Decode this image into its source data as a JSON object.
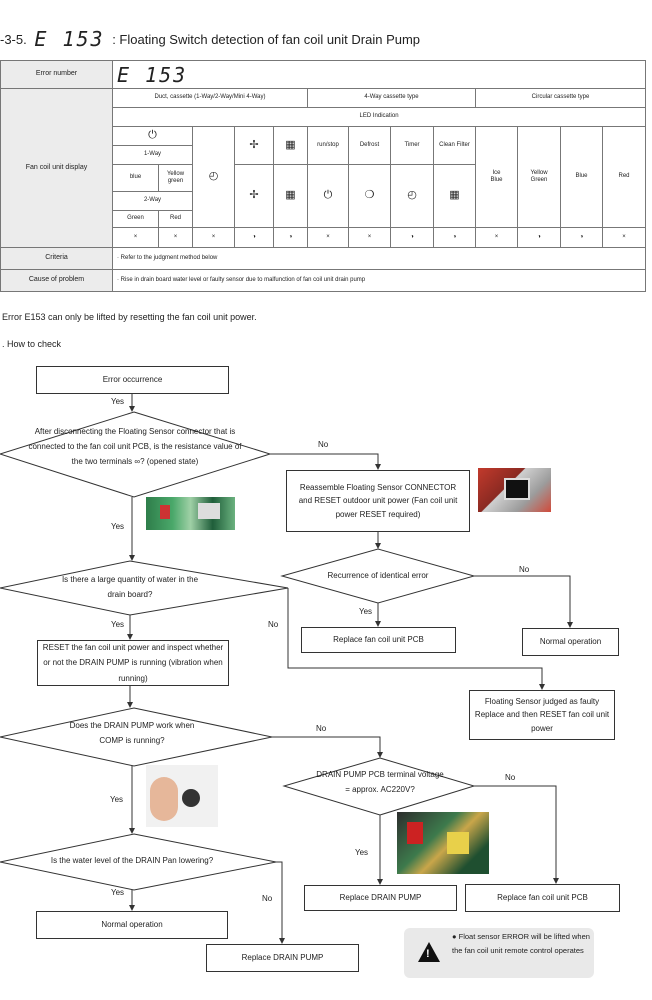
{
  "title": {
    "prefix": "-3-5.",
    "code": "E 153",
    "text": ": Floating Switch detection of fan coil unit Drain Pump"
  },
  "table": {
    "error_number_label": "Error number",
    "error_number_value": "E 153",
    "group1": "Duct, cassette (1-Way/2-Way/Mini 4-Way)",
    "group2": "4-Way cassette type",
    "group3": "Circular cassette type",
    "led_indication": "LED Indication",
    "fan_coil_unit_display": "Fan coil unit display",
    "one_way": "1-Way",
    "two_way": "2-Way",
    "blue": "blue",
    "yellow_green": "Yellow green",
    "green": "Green",
    "red": "Red",
    "run_stop": "run/stop",
    "defrost": "Defrost",
    "timer": "Timer",
    "clean_filter": "Clean Filter",
    "ice": "Ice",
    "ice_blue": "Blue",
    "yellow": "Yellow",
    "yellow_sub": "Green",
    "blue2": "Blue",
    "red2": "Red",
    "status_row": [
      "×",
      "×",
      "×",
      "◑",
      "◑",
      "×",
      "×",
      "◑",
      "◑",
      "×",
      "◑",
      "◑",
      "×"
    ],
    "criteria_label": "Criteria",
    "criteria_value": "· Refer to the judgment method below",
    "cause_label": "Cause of problem",
    "cause_value": "· Rise in drain board water level or faulty sensor due to malfunction of fan coil unit drain pump"
  },
  "note": "Error E153 can only be lifted by resetting the fan coil unit power.",
  "how_to_check": ". How to check",
  "flow": {
    "error_occurrence": "Error occurrence",
    "d1": "After disconnecting the Floating Sensor connector that is connected to the fan coil unit PCB, is the resistance value of the two terminals ∞? (opened state)",
    "reassemble": "Reassemble Floating Sensor CONNECTOR and RESET outdoor unit power (Fan coil unit power RESET required)",
    "d2": "Is there a large quantity of water in the drain board?",
    "d_recur": "Recurrence of identical error",
    "replace_pcb_1": "Replace fan coil unit PCB",
    "normal_1": "Normal operation",
    "reset_inspect": "RESET the fan coil unit power and inspect whether or not the DRAIN PUMP is running (vibration when running)",
    "faulty": "Floating Sensor judged as faulty Replace and then RESET fan coil unit power",
    "d3": "Does the DRAIN PUMP work when COMP is running?",
    "d_voltage": "DRAIN PUMP PCB terminal voltage = approx. AC220V?",
    "d4": "Is the water level of the DRAIN Pan lowering?",
    "replace_pump_1": "Replace DRAIN PUMP",
    "replace_pcb_2": "Replace fan coil unit PCB",
    "normal_2": "Normal operation",
    "replace_pump_2": "Replace DRAIN PUMP",
    "yes": "Yes",
    "no": "No"
  },
  "warning": "● Float sensor ERROR will be lifted when the fan coil unit remote control operates"
}
